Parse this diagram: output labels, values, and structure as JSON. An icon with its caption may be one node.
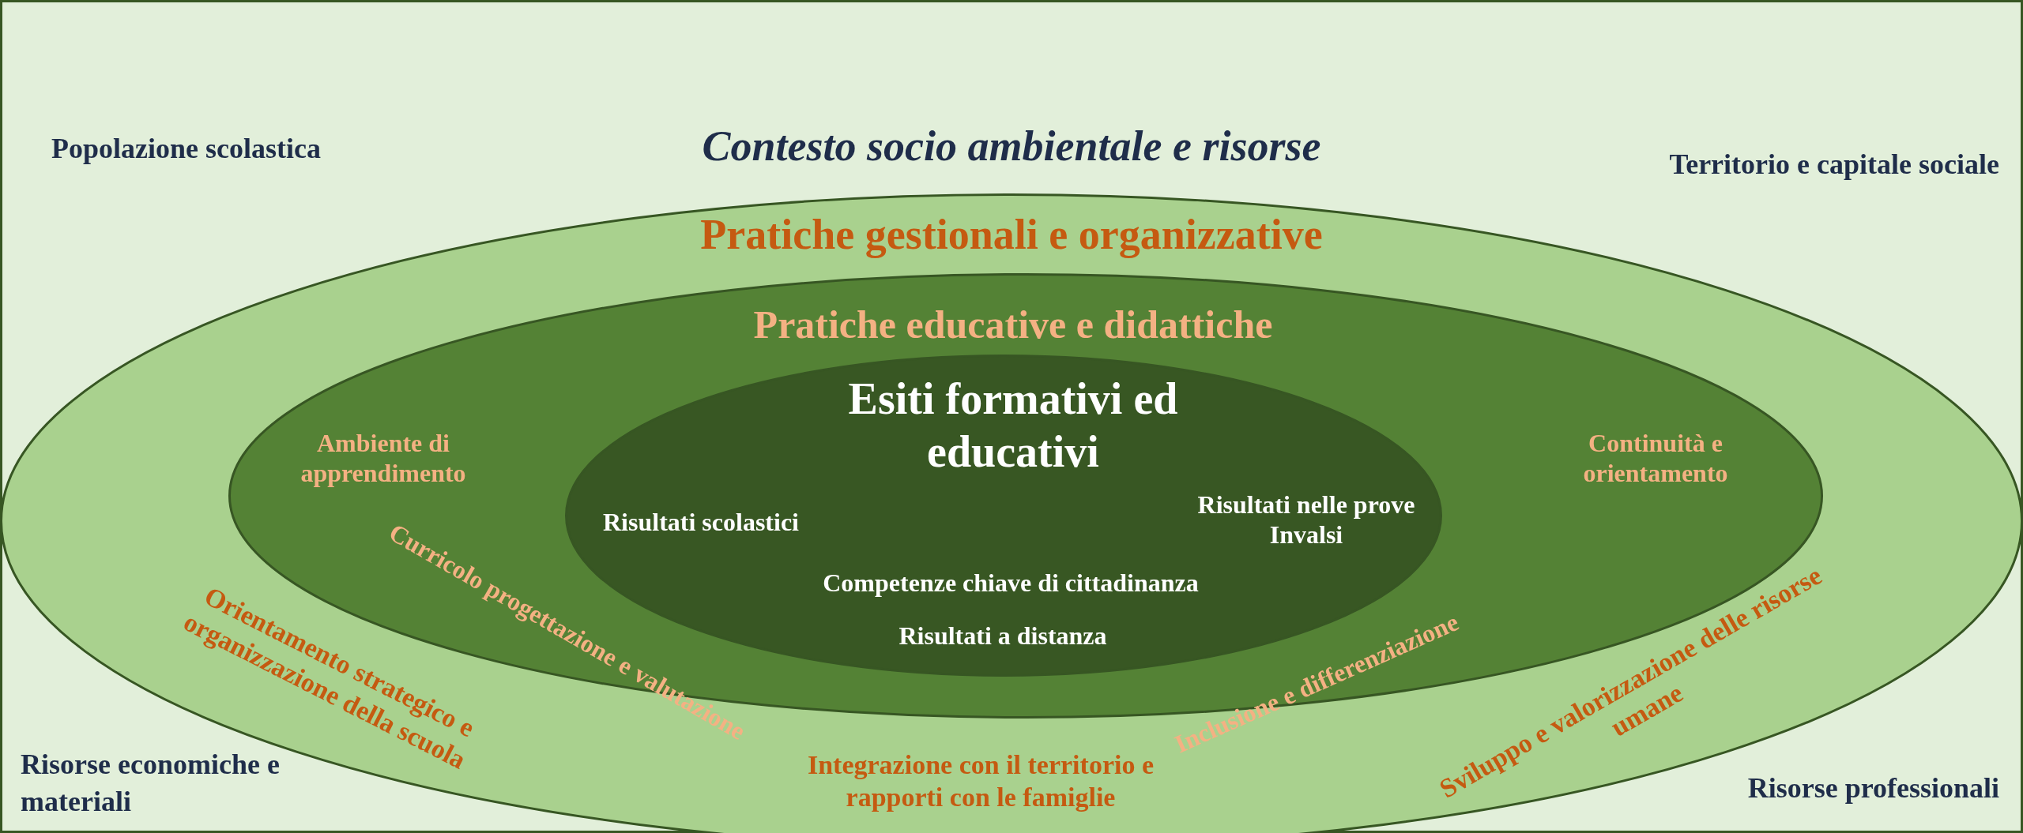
{
  "diagram": {
    "nodes": [
      {
        "text": [
          "Contesto socio ambientale e risorse"
        ]
      },
      {
        "text": [
          "Pratiche gestionali e organizzative",
          "Orientamento strategico e organizzazione della scuola",
          "Integrazione con il territorio e rapporti con le famiglie",
          "Sviluppo e valorizzazione delle risorse umane"
        ],
        "in": 0
      },
      {
        "text": [
          "Pratiche educative e didattiche",
          "Ambiente di apprendimento",
          "Curricolo progettazione e valutazione",
          "Inclusione e differenziazione",
          "Continuità e orientamento"
        ],
        "in": 1
      },
      {
        "text": [
          "Esiti formativi ed educativi",
          "Risultati scolastici",
          "Risultati nelle prove Invalsi",
          "Competenze chiave di cittadinanza",
          "Risultati a distanza"
        ],
        "in": 2
      }
    ],
    "labels": [
      "Popolazione scolastica",
      "Territorio e capitale sociale",
      "Risorse economiche e materiali",
      "Risorse professionali"
    ]
  }
}
